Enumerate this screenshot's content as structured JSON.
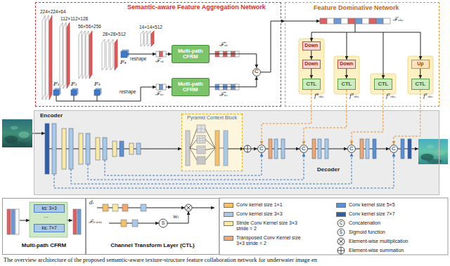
{
  "diagram": {
    "caption": "The overview architecture of the proposed semantic-aware texture-structure feature collaboration network for underwater image en",
    "nodes": [
      {
        "text": [
          "Semantic-aware Feature Aggregation Network"
        ]
      },
      {
        "text": [
          "Multi-path CFRM"
        ],
        "in": 0
      },
      {
        "text": [
          "Multi-path CFRM"
        ],
        "in": 0
      },
      {
        "text": [
          "C"
        ],
        "in": 0
      },
      {
        "text": [
          "Feature Dominative Network"
        ]
      },
      {
        "text": [
          "Down"
        ],
        "in": 4
      },
      {
        "text": [
          "Down"
        ],
        "in": 4
      },
      {
        "text": [
          "CTL"
        ],
        "in": 4
      },
      {
        "text": [
          "Down"
        ],
        "in": 4
      },
      {
        "text": [
          "CTL"
        ],
        "in": 4
      },
      {
        "text": [
          "CTL"
        ],
        "in": 4
      },
      {
        "text": [
          "Up"
        ],
        "in": 4
      },
      {
        "text": [
          "CTL"
        ],
        "in": 4
      },
      {
        "text": [
          "Encoder",
          "Decoder"
        ]
      },
      {
        "text": [
          "Pyramid Context Block"
        ],
        "in": 13
      },
      {
        "text": [
          "C"
        ],
        "in": 13
      },
      {
        "text": [
          "C"
        ],
        "in": 13
      },
      {
        "text": [
          "C"
        ],
        "in": 13
      },
      {
        "text": [
          "C"
        ],
        "in": 13
      },
      {
        "text": [
          "Multi-path CFRM"
        ]
      },
      {
        "text": [
          "ks: 3×3"
        ],
        "in": 19
      },
      {
        "text": [
          "ks: 7×7"
        ],
        "in": 19
      },
      {
        "text": [
          "Channel Transform Layer (CTL)"
        ]
      }
    ],
    "edges": [
      {
        "from": 1,
        "to": 3,
        "arrow": "to"
      },
      {
        "from": 2,
        "to": 3,
        "arrow": "to"
      },
      {
        "from": 3,
        "to": 4,
        "arrow": "to"
      },
      {
        "from": 5,
        "to": 6,
        "arrow": "to"
      },
      {
        "from": 6,
        "to": 7,
        "arrow": "to"
      },
      {
        "from": 8,
        "to": 9,
        "arrow": "to"
      },
      {
        "from": 11,
        "to": 12,
        "arrow": "to"
      },
      {
        "from": 7,
        "to": 15,
        "arrow": "to"
      },
      {
        "from": 9,
        "to": 16,
        "arrow": "to"
      },
      {
        "from": 10,
        "to": 17,
        "arrow": "to"
      },
      {
        "from": 12,
        "to": 18,
        "arrow": "to"
      }
    ],
    "labels": [
      "224×224×64",
      "112×112×128",
      "56×56×256",
      "28×28×512",
      "14×14×512",
      "F₁",
      "F₂",
      "F₃",
      "F₄",
      "reshape",
      "reshape",
      "ℱₛₜ",
      "ℱₜₑ",
      "ℱ̂ₛₜ",
      "ℱ̂ₜₑ",
      "ℱₛₜₑ",
      "f⁴ₛₜₑ",
      "f³ₛₜₑ",
      "f²ₛₜₑ",
      "f¹ₛₜₑ",
      "...",
      "dᵢ",
      "ℱₜᵣₐₙₛ",
      "wᵢ",
      "S",
      "C",
      "S"
    ],
    "legend": [
      {
        "text": "Conv kernel size 1×1",
        "color": "#f5c06a"
      },
      {
        "text": "Conv kernel size 3×3",
        "color": "#a9c9e8"
      },
      {
        "text": "Stride Conv Kernel size 3×3 stride = 2",
        "color": "#fbe9a6"
      },
      {
        "text": "Transposed Conv Kernel size 3×3 stride = 2",
        "color": "#f0a870"
      },
      {
        "text": "Conv kernel size 5×5",
        "color": "#5b8fd0"
      },
      {
        "text": "Conv kernel size 7×7",
        "color": "#2f5fa8"
      },
      {
        "text": "Concatenation"
      },
      {
        "text": "Sigmoid function"
      },
      {
        "text": "Element-wise multiplication"
      },
      {
        "text": "Element-wise summation"
      }
    ]
  }
}
